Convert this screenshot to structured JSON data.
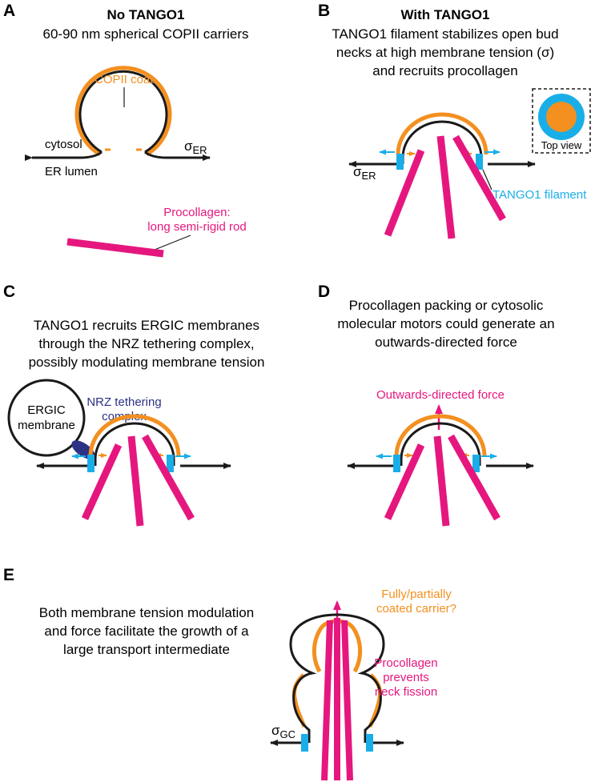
{
  "colors": {
    "coat": "#f39020",
    "tango": "#1aaee8",
    "procollagen": "#e5177e",
    "nrz": "#2c3284",
    "membrane": "#1a1a1a"
  },
  "panel_a": {
    "letter": "A",
    "title": "No TANGO1",
    "subtitle": "60-90 nm spherical COPII carriers",
    "coat_label": "COPII coat",
    "cytosol": "cytosol",
    "lumen": "ER lumen",
    "sigma": "σ",
    "sigma_sub": "ER",
    "procollagen_1": "Procollagen:",
    "procollagen_2": "long semi-rigid rod"
  },
  "panel_b": {
    "letter": "B",
    "title": "With TANGO1",
    "line1": "TANGO1 filament stabilizes open bud",
    "line2": "necks at high membrane tension (σ)",
    "line3": "and recruits procollagen",
    "top_view": "Top view",
    "sigma": "σ",
    "sigma_sub": "ER",
    "filament_label": "TANGO1 filament"
  },
  "panel_c": {
    "letter": "C",
    "line1": "TANGO1 recruits ERGIC membranes",
    "line2": "through the NRZ tethering complex,",
    "line3": "possibly modulating membrane tension",
    "ergic_1": "ERGIC",
    "ergic_2": "membrane",
    "nrz_1": "NRZ tethering",
    "nrz_2": "complex"
  },
  "panel_d": {
    "letter": "D",
    "line1": "Procollagen packing or cytosolic",
    "line2": "molecular motors could generate an",
    "line3": "outwards-directed force",
    "force_label": "Outwards-directed force"
  },
  "panel_e": {
    "letter": "E",
    "line1": "Both membrane tension modulation",
    "line2": "and force facilitate the growth of a",
    "line3": "large transport intermediate",
    "coated_1": "Fully/partially",
    "coated_2": "coated carrier?",
    "proc_1": "Procollagen",
    "proc_2": "prevents",
    "proc_3": "neck fission",
    "sigma": "σ",
    "sigma_sub": "GC"
  }
}
